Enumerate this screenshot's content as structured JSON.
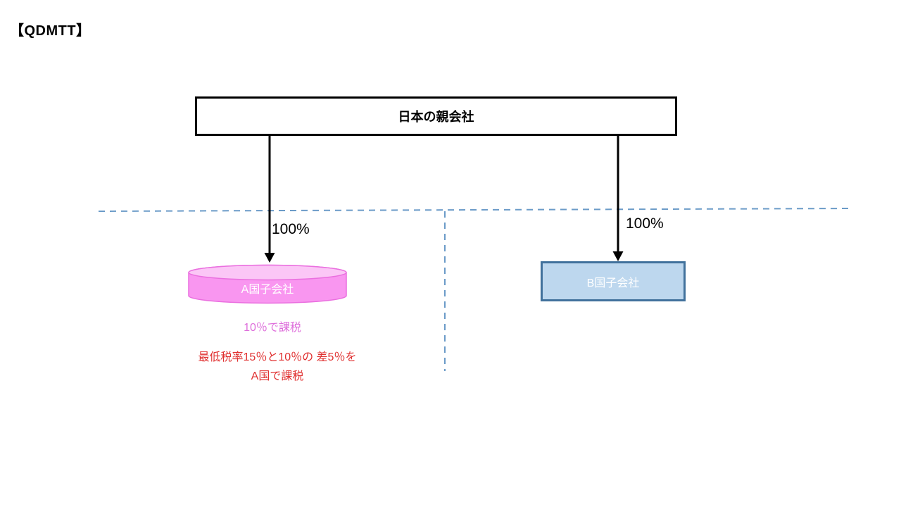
{
  "page": {
    "title": "【QDMTT】"
  },
  "diagram": {
    "parent": {
      "label": "日本の親会社"
    },
    "edges": {
      "left_ownership": "100%",
      "right_ownership": "100%"
    },
    "subsidiary_a": {
      "label": "A国子会社",
      "shape": "cylinder",
      "body_color": "#F996F0",
      "top_color": "#FBC6F6",
      "border_color": "#EA6FDF",
      "tax_note": "10％で課税",
      "tax_note_color": "#DE6EDB"
    },
    "subsidiary_b": {
      "label": "B国子会社",
      "fill_color": "#BDD7EE",
      "border_color": "#41719C"
    },
    "qdmtt_note": {
      "line1": "最低税率15％と10％の 差5％を",
      "line2": "A国で課税",
      "color": "#E03030"
    },
    "jurisdiction_border": {
      "color": "#6B9BC8",
      "style": "dashed"
    },
    "arrow_color": "#000000"
  }
}
